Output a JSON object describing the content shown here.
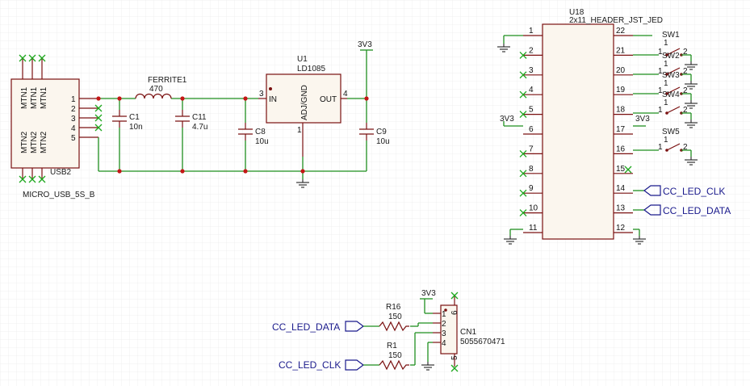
{
  "components": {
    "usb2": {
      "ref": "USB2",
      "value": "MICRO_USB_5S_B",
      "mtn1": "MTN1",
      "mtn2": "MTN2",
      "pins": [
        "1",
        "2",
        "3",
        "4",
        "5"
      ]
    },
    "ferrite1": {
      "ref": "FERRITE1",
      "value": "470"
    },
    "c1": {
      "ref": "C1",
      "value": "10n"
    },
    "c11": {
      "ref": "C11",
      "value": "4.7u"
    },
    "c8": {
      "ref": "C8",
      "value": "10u"
    },
    "c9": {
      "ref": "C9",
      "value": "10u"
    },
    "u1": {
      "ref": "U1",
      "value": "LD1085",
      "in_label": "IN",
      "out_label": "OUT",
      "gnd_label": "ADJ/GND",
      "in_pin": "3",
      "out_pin": "4",
      "gnd_pin": "1"
    },
    "u18": {
      "ref": "U18",
      "value": "2x11_HEADER_JST_JED",
      "left_pins": [
        "1",
        "2",
        "3",
        "4",
        "5",
        "6",
        "7",
        "8",
        "9",
        "10",
        "11"
      ],
      "right_pins": [
        "22",
        "21",
        "20",
        "19",
        "18",
        "17",
        "16",
        "15",
        "14",
        "13",
        "12"
      ]
    },
    "switches": [
      {
        "ref": "SW1",
        "value": "1"
      },
      {
        "ref": "SW2",
        "value": "1"
      },
      {
        "ref": "SW3",
        "value": "1"
      },
      {
        "ref": "SW4",
        "value": "1"
      },
      {
        "ref": "SW5",
        "value": "1"
      }
    ],
    "switch_pins": [
      "1",
      "2"
    ],
    "r16": {
      "ref": "R16",
      "value": "150"
    },
    "r1": {
      "ref": "R1",
      "value": "150"
    },
    "cn1": {
      "ref": "CN1",
      "value": "5055670471",
      "pins": [
        "1",
        "2",
        "3",
        "4"
      ],
      "mount_top": "6",
      "mount_bottom": "5"
    }
  },
  "nets": {
    "power": "3V3",
    "led_clk": "CC_LED_CLK",
    "led_data": "CC_LED_DATA"
  }
}
